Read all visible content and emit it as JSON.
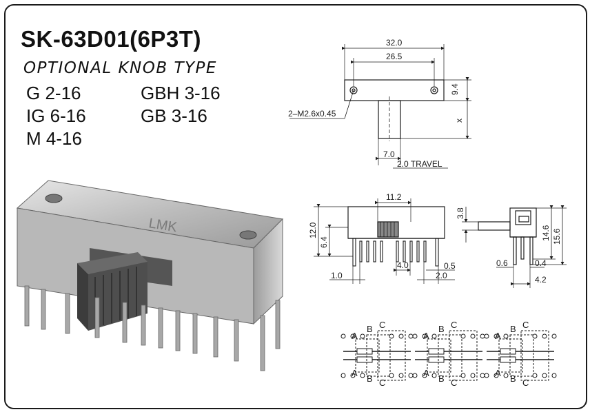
{
  "product": {
    "model": "SK-63D01(6P3T)",
    "subtitle": "OPTIONAL KNOB TYPE",
    "knob_options": [
      "G 2-16",
      "GBH 3-16",
      "IG 6-16",
      "GB 3-16",
      "M 4-16"
    ],
    "brand": "LMK"
  },
  "top_view": {
    "dim_overall": "32.0",
    "dim_holes": "26.5",
    "dim_height": "9.4",
    "dim_x": "x",
    "thread": "2–M2.6x0.45",
    "dim_knob": "7.0",
    "travel": "2.0 TRAVEL"
  },
  "front_view": {
    "dim_knob_span": "11.2",
    "dim_height": "12.0",
    "dim_lower": "6.4",
    "dim_pitch": "4.0",
    "dim_pin": "0.5",
    "dim_left": "1.0",
    "dim_right": "2.0"
  },
  "side_view": {
    "dim_top": "3.8",
    "dim_h1": "14.6",
    "dim_h2": "15.6",
    "dim_pin_left": "0.6",
    "dim_pin_right": "0.4",
    "dim_bottom": "4.2"
  },
  "circuit": {
    "contact_labels": [
      "A",
      "B",
      "C"
    ]
  },
  "colors": {
    "line": "#1a1a1a",
    "body": "#c9c9c9",
    "knob": "#4a4a4a"
  }
}
